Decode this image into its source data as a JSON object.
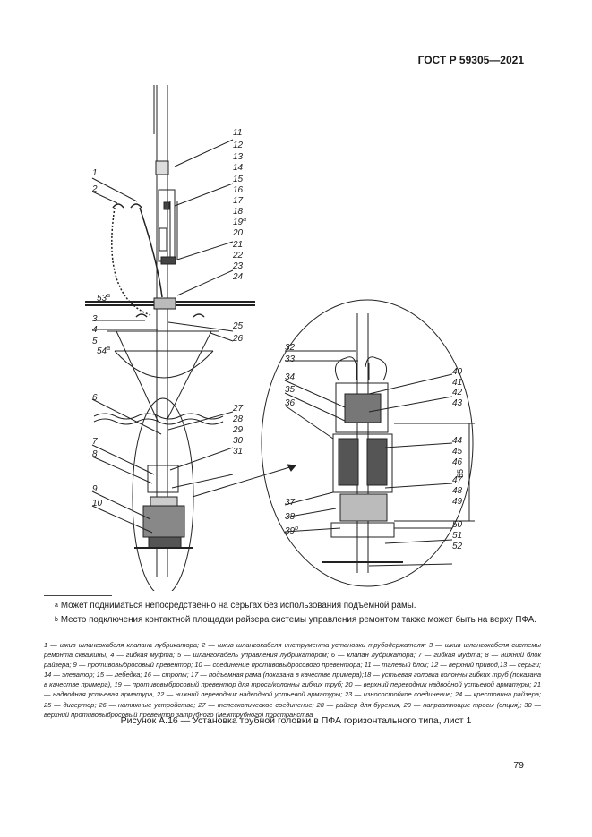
{
  "header": {
    "standard": "ГОСТ Р 59305—2021"
  },
  "figure": {
    "left_labels": [
      "1",
      "2",
      "3",
      "4",
      "6",
      "7",
      "8",
      "9",
      "10",
      "11",
      "12",
      "13",
      "14",
      "15",
      "16",
      "17",
      "18",
      "19",
      "20",
      "21",
      "22",
      "23",
      "24",
      "25",
      "26",
      "27",
      "28",
      "29",
      "30",
      "31"
    ],
    "left_sup_19": "a",
    "label_53": "53",
    "label_54": "54",
    "sup_a": "a",
    "sup_b": "b",
    "label_5": "5",
    "zoom_labels": [
      "32",
      "33",
      "34",
      "35",
      "36",
      "37",
      "38",
      "40",
      "41",
      "42",
      "43",
      "44",
      "45",
      "46",
      "47",
      "48",
      "49",
      "50",
      "51",
      "52"
    ],
    "label_39": "39",
    "dimension_55": "55"
  },
  "footnotes": [
    {
      "mark": "a",
      "text": "Может подниматься непосредственно на серьгах без использования подъемной рамы."
    },
    {
      "mark": "b",
      "text": "Место подключения контактной площадки райзера системы управления ремонтом также может быть на верху ПФА."
    }
  ],
  "legend": "1 — шкив шлангокабеля клапана лубрикатора; 2 — шкив шлангокабеля инструмента установки трубодержателя; 3 — шкив шлангокабеля системы ремонта скважины; 4 — гибкая муфта; 5 — шлангокабель управления лубрикатором; 6 — клапан лубрикатора; 7 — гибкая муфта; 8 — нижний блок райзера; 9 — противовыбросовый превентор; 10 — соединение противовыбросового превентора; 11 — талевый блок; 12 — верхний привод,13 — серьги; 14 — элеватор; 15 — лебедка; 16 — стропы; 17 — подъемная рама (показана в качестве примера);18 — устьевая головка колонны гибких труб (показана в качестве примера), 19 — противовыбросовый превентор для троса/колонны гибких труб; 20 — верхний переводник надводной устьевой арматуры; 21 — надводная устьевая арматура, 22 — нижний переводник надводной устьевой арматуры; 23 — износостойкое соединение; 24 — крестовина райзера; 25 — дивертор; 26 — натяжные устройства; 27 — телескопическое соединение; 28 — райзер для бурения, 29 — направляющие тросы (опция); 30 — верхний противовыбросовый превентор затрубного (межтрубного) пространства",
  "caption": "Рисунок А.16 — Установка трубной головки в ПФА горизонтального типа, лист 1",
  "page_number": "79"
}
